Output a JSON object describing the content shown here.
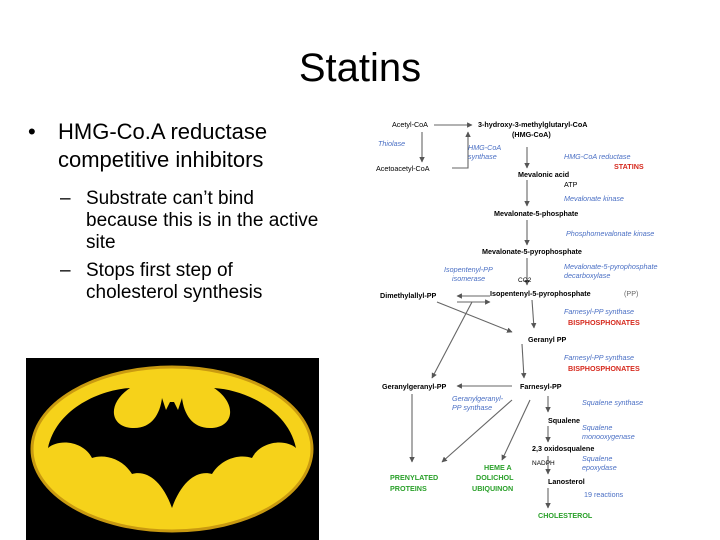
{
  "slide": {
    "title": "Statins",
    "bullet": "HMG-Co.A reductase competitive inhibitors",
    "sub1": "Substrate can’t bind because this is in the active site",
    "sub2": "Stops first step of cholesterol synthesis",
    "dash": "–"
  },
  "pathway": {
    "acetyl_coa": "Acetyl-CoA",
    "hmg_coa_1": "3-hydroxy-3-methylglutaryl-CoA",
    "hmg_coa_2": "(HMG-CoA)",
    "thiolase": "Thiolase",
    "acetoacetyl": "Acetoacetyl-CoA",
    "hmg_synth_1": "HMG-CoA",
    "hmg_synth_2": "synthase",
    "hmg_red": "HMG-CoA reductase",
    "statins": "STATINS",
    "mevalonic": "Mevalonic acid",
    "atp": "ATP",
    "mev_kinase": "Mevalonate kinase",
    "mev5p": "Mevalonate-5-phosphate",
    "phosphomev": "Phosphomevalonate kinase",
    "mev5pp": "Mevalonate-5-pyrophosphate",
    "iso_iso_1": "Isopentenyl-PP",
    "iso_iso_2": "isomerase",
    "decarb_1": "Mevalonate-5-pyrophosphate",
    "decarb_2": "decarboxylase",
    "co2": "CO2",
    "dmapp": "Dimethylallyl-PP",
    "ipp": "Isopentenyl-5-pyrophosphate",
    "pp": "(PP)",
    "fpp_synth_1": "Farnesyl-PP synthase",
    "bisphos_1": "BISPHOSPHONATES",
    "geranyl_pp": "Geranyl PP",
    "fpp_synth_2": "Farnesyl-PP synthase",
    "bisphos_2": "BISPHOSPHONATES",
    "ggpp": "Geranylgeranyl-PP",
    "fpp": "Farnesyl-PP",
    "ggpp_synth_1": "Geranylgeranyl-",
    "ggpp_synth_2": "PP synthase",
    "sq_synth": "Squalene synthase",
    "squalene": "Squalene",
    "sq_mono_1": "Squalene",
    "sq_mono_2": "monooxygenase",
    "oxido": "2,3 oxidosqualene",
    "nadph": "NADPH",
    "sq_epox_1": "Squalene",
    "sq_epox_2": "epoxydase",
    "heme": "HEME A",
    "dolichol": "DOLICHOL",
    "ubiquinon": "UBIQUINON",
    "prenylated": "PRENYLATED",
    "proteins": "PROTEINS",
    "lanosterol": "Lanosterol",
    "reactions": "19 reactions",
    "cholesterol": "CHOLESTEROL"
  },
  "colors": {
    "enzyme": "#4a6fc4",
    "inhibitor": "#d62a1e",
    "product": "#2aa02a",
    "metabolite": "#000000",
    "bat_yellow": "#f6d21a",
    "bat_black": "#000000"
  }
}
